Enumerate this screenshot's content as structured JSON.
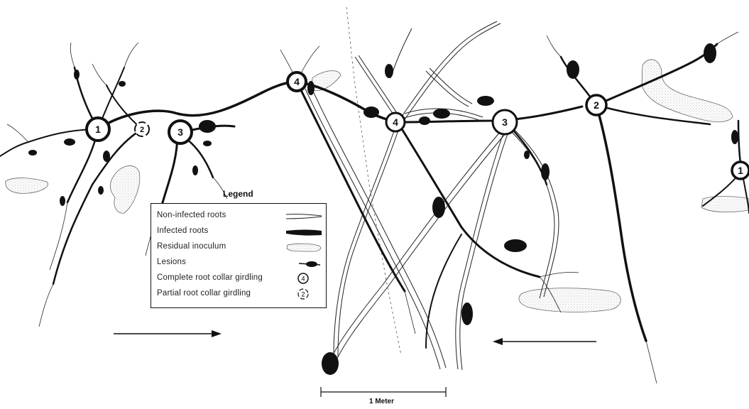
{
  "legend": {
    "title": "Legend",
    "items": [
      {
        "label": "Non-infected roots",
        "symbol": "non-infected-root"
      },
      {
        "label": "Infected roots",
        "symbol": "infected-root"
      },
      {
        "label": "Residual inoculum",
        "symbol": "residual-inoculum"
      },
      {
        "label": "Lesions",
        "symbol": "lesion"
      },
      {
        "label": "Complete root collar girdling",
        "symbol": "complete-girdling",
        "example": "4"
      },
      {
        "label": "Partial root collar girdling",
        "symbol": "partial-girdling",
        "example": "2"
      }
    ]
  },
  "nodes": {
    "left_1": "1",
    "left_2": "2",
    "left_3": "3",
    "left_4": "4",
    "mid_4": "4",
    "mid_3": "3",
    "right_2": "2",
    "right_1": "1"
  },
  "scale_bar": {
    "label": "1 Meter"
  },
  "colors": {
    "ink": "#111111",
    "stipple": "#bbbbbb"
  }
}
